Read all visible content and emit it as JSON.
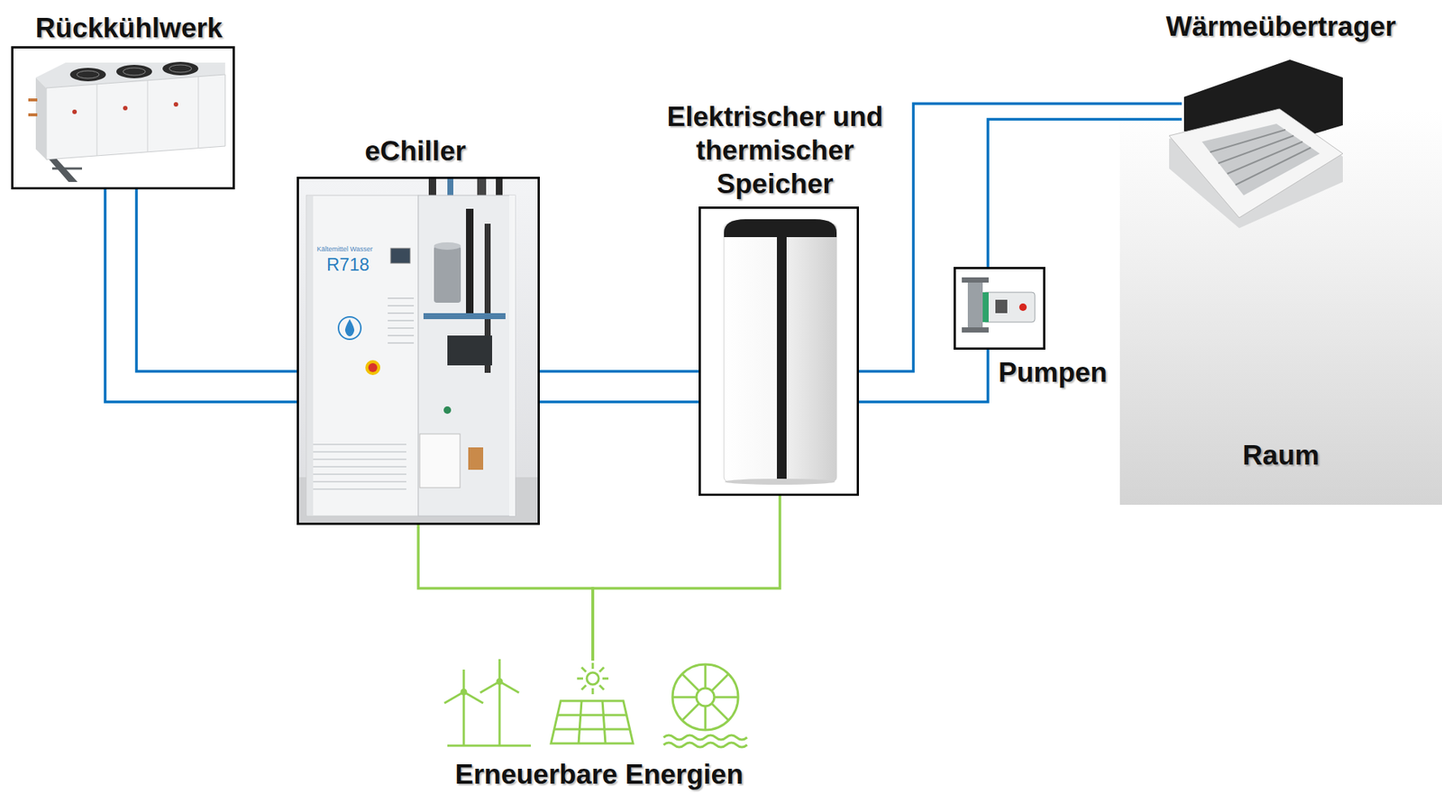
{
  "diagram": {
    "nodes": [
      {
        "text": [
          "Rückkühlwerk"
        ]
      },
      {
        "text": [
          "eChiller"
        ]
      },
      {
        "text": [
          "Elektrischer und thermischer Speicher"
        ]
      },
      {
        "text": [
          "Pumpen"
        ]
      },
      {
        "text": [
          "Wärmeübertrager"
        ]
      },
      {
        "text": [
          "Raum"
        ]
      },
      {
        "text": [
          "Erneuerbare Energien"
        ]
      }
    ],
    "edges": [
      {
        "from": 0,
        "to": 1,
        "arrow": "none"
      },
      {
        "from": 0,
        "to": 1,
        "arrow": "none"
      },
      {
        "from": 1,
        "to": 2,
        "arrow": "none"
      },
      {
        "from": 1,
        "to": 2,
        "arrow": "none"
      },
      {
        "from": 2,
        "to": 4,
        "arrow": "none"
      },
      {
        "from": 2,
        "to": 3,
        "arrow": "none"
      },
      {
        "from": 3,
        "to": 4,
        "arrow": "none"
      },
      {
        "from": 6,
        "to": 1,
        "arrow": "none"
      },
      {
        "from": 6,
        "to": 2,
        "arrow": "none"
      }
    ],
    "labels": [
      "Kältemittel Wasser",
      "R718"
    ]
  }
}
